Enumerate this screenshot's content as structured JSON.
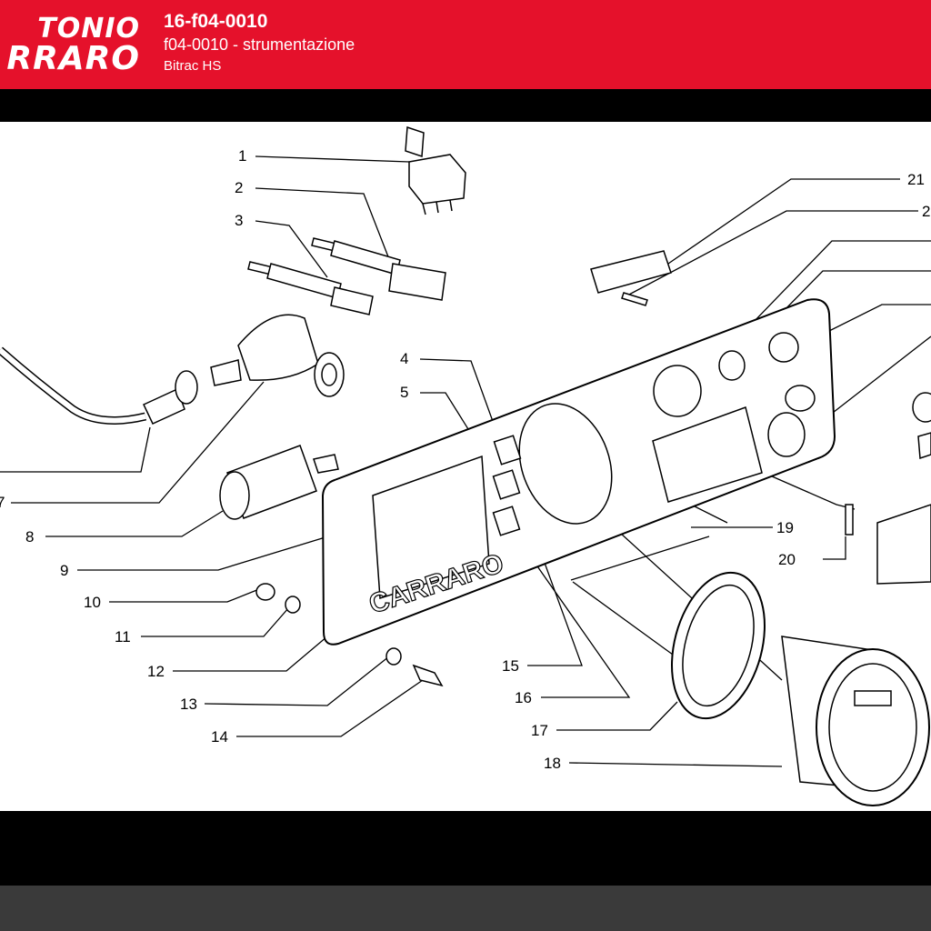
{
  "header": {
    "brand_line1": "TONIO",
    "brand_line2": "RRARO",
    "code": "16-f04-0010",
    "subtitle": "f04-0010 - strumentazione",
    "model": "Bitrac HS"
  },
  "callouts": [
    "1",
    "2",
    "3",
    "4",
    "5",
    "7",
    "8",
    "9",
    "10",
    "11",
    "12",
    "13",
    "14",
    "15",
    "16",
    "17",
    "18",
    "19",
    "20",
    "21",
    "2"
  ],
  "colors": {
    "header_red": "#e5112b",
    "bar_black": "#000000",
    "footer_gray": "#3a3a3a"
  }
}
